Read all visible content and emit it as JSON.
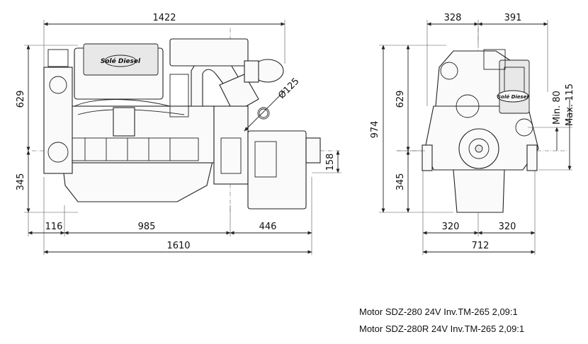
{
  "side_view": {
    "dim_overall_top": "1422",
    "dim_height_upper": "629",
    "dim_height_lower": "345",
    "dim_exhaust": "Ø125",
    "dim_shaft_height": "158",
    "dim_front": "116",
    "dim_mid": "985",
    "dim_gearbox": "446",
    "dim_overall_bottom": "1610",
    "logo_text": "Solé Diesel"
  },
  "front_view": {
    "dim_left_top": "328",
    "dim_right_top": "391",
    "dim_height_upper": "629",
    "dim_total_height": "974",
    "dim_height_lower": "345",
    "dim_min": "Min. 80",
    "dim_max": "Max. 115",
    "dim_half_left": "320",
    "dim_half_right": "320",
    "dim_overall_width": "712",
    "logo_text": "Solé Diesel"
  },
  "captions": [
    "Motor SDZ-280 24V Inv.TM-265 2,09:1",
    "Motor SDZ-280R 24V Inv.TM-265 2,09:1"
  ]
}
